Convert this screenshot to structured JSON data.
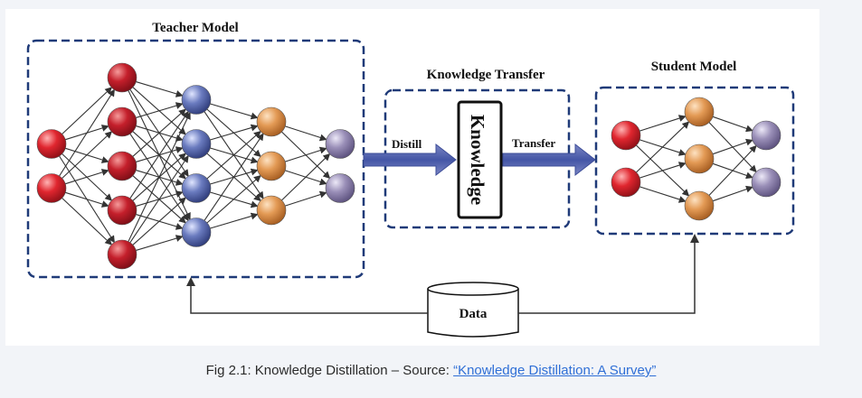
{
  "diagram": {
    "teacher_title": "Teacher Model",
    "transfer_title": "Knowledge Transfer",
    "student_title": "Student Model",
    "knowledge_label": "Knowledge",
    "distill_label": "Distill",
    "transfer_label": "Transfer",
    "data_label": "Data"
  },
  "teacher_layers": [
    {
      "color": "red",
      "count": 2
    },
    {
      "color": "darkred",
      "count": 5
    },
    {
      "color": "blue",
      "count": 4
    },
    {
      "color": "orange",
      "count": 3
    },
    {
      "color": "purple",
      "count": 2
    }
  ],
  "student_layers": [
    {
      "color": "red",
      "count": 2
    },
    {
      "color": "orange",
      "count": 3
    },
    {
      "color": "purple",
      "count": 2
    }
  ],
  "colors": {
    "red": "#d8212a",
    "darkred": "#c41f2b",
    "blue": "#6a7bbf",
    "orange": "#e39a55",
    "purple": "#9a8fb8",
    "dash": "#1f3a78",
    "arrow": "#4a5aa8"
  },
  "caption": {
    "prefix": "Fig 2.1: Knowledge Distillation – Source: ",
    "link_text": "“Knowledge Distillation: A Survey”"
  }
}
